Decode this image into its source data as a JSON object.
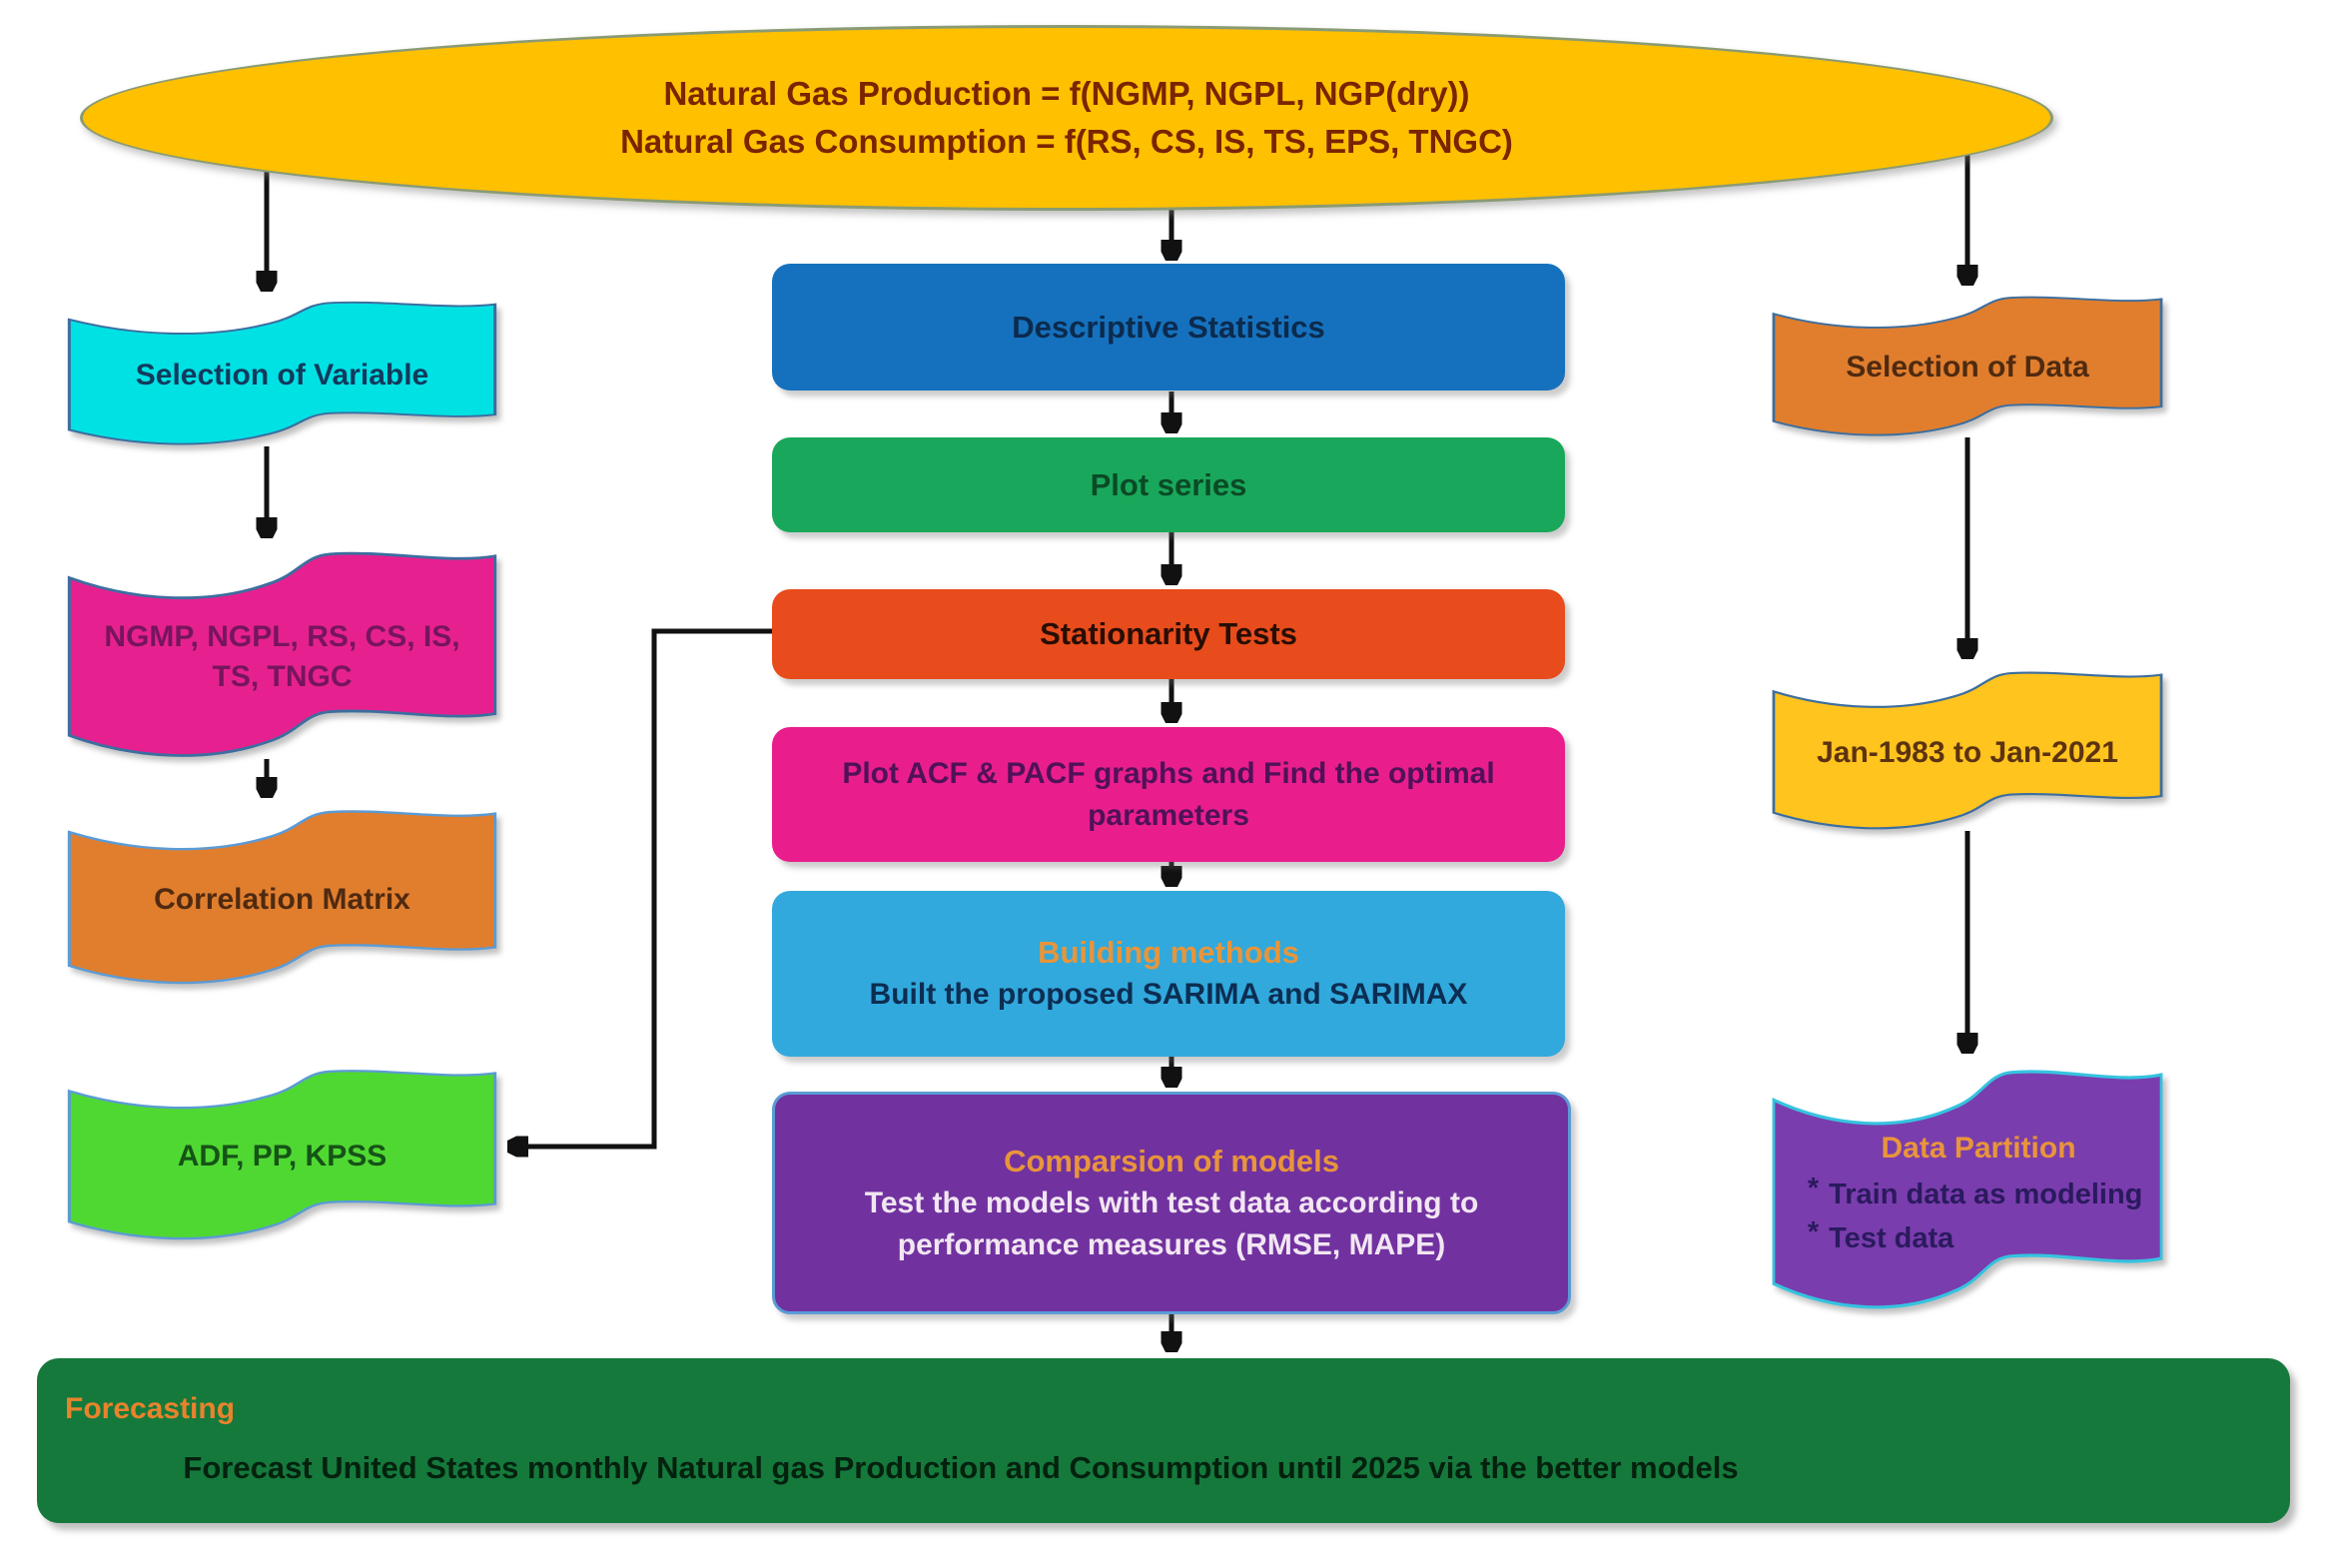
{
  "flowchart": {
    "start": {
      "line1": "Natural Gas Production = f(NGMP, NGPL, NGP(dry))",
      "line2": "Natural Gas Consumption = f(RS, CS, IS, TS, EPS, TNGC)",
      "fill": "#FFC000",
      "text_color": "#7A2400"
    },
    "selection_of_variable": {
      "label": "Selection of Variable",
      "fill": "#00E1E4",
      "text_color": "#123A5C"
    },
    "variables": {
      "line1": "NGMP, NGPL, RS, CS, IS,",
      "line2": "TS, TNGC",
      "fill": "#E6218F",
      "text_color": "#76155E"
    },
    "correlation_matrix": {
      "label": "Correlation Matrix",
      "fill": "#E07E2E",
      "text_color": "#4F2A10"
    },
    "stationarity_tools": {
      "label": "ADF, PP, KPSS",
      "fill": "#50D832",
      "text_color": "#155317"
    },
    "descriptive_statistics": {
      "label": "Descriptive Statistics",
      "fill": "#1571BD",
      "text_color": "#0C2A4D"
    },
    "plot_series": {
      "label": "Plot series",
      "fill": "#19A85B",
      "text_color": "#0B4A26"
    },
    "stationarity_tests": {
      "label": "Stationarity Tests",
      "fill": "#E84B1C",
      "text_color": "#270E04"
    },
    "acf_pacf": {
      "line1": "Plot ACF & PACF graphs and Find the optimal",
      "line2": "parameters",
      "fill": "#E91E8C",
      "text_color": "#4F1258"
    },
    "building_methods": {
      "title": "Building methods",
      "title_color": "#E8953B",
      "body": "Built the proposed SARIMA and SARIMAX",
      "fill": "#31A9DC",
      "text_color": "#0D2D52"
    },
    "comparison_of_models": {
      "title": "Comparsion of models",
      "title_color": "#E8953B",
      "body_line1": "Test  the models with test data according to",
      "body_line2": "performance measures (RMSE, MAPE)",
      "fill": "#7132A0",
      "text_color": "#F2E6F2",
      "border_color": "#5B9BD5"
    },
    "selection_of_data": {
      "label": "Selection of  Data",
      "fill": "#E07E2E",
      "text_color": "#4F2A10"
    },
    "date_range": {
      "label": "Jan-1983 to Jan-2021",
      "fill": "#FFC41E",
      "text_color": "#5C3310"
    },
    "data_partition": {
      "title": "Data Partition",
      "title_color": "#E8953B",
      "bullet_mark": "*",
      "bullets": [
        "Train data as modeling",
        "Test data"
      ],
      "fill": "#7A3DAD",
      "text_color": "#2A1A5E"
    },
    "forecasting": {
      "title": "Forecasting",
      "title_color": "#E8832C",
      "body": "Forecast United States monthly Natural gas Production and Consumption until 2025 via the better models",
      "fill": "#15793C",
      "text_color": "#04210E"
    },
    "connector_color": "#111111"
  }
}
